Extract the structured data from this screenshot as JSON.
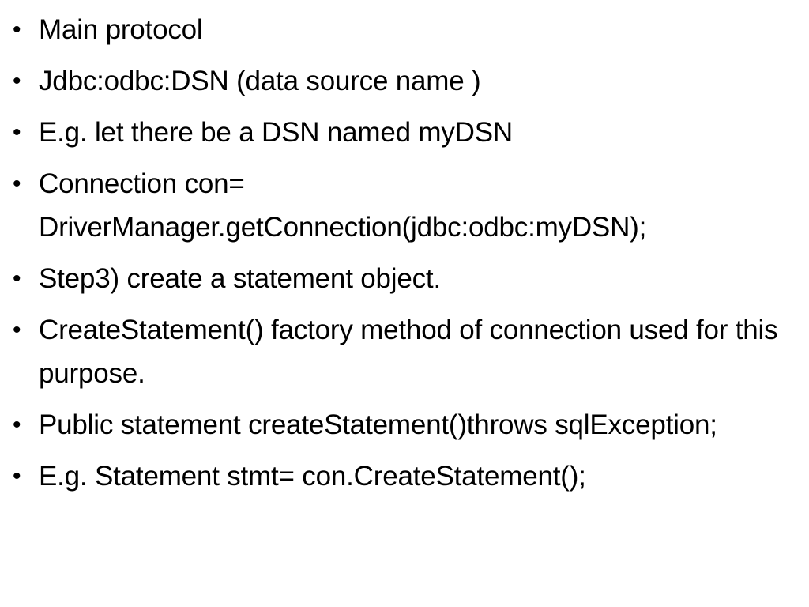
{
  "slide": {
    "bullet_symbol": "•",
    "bullets": [
      "Main protocol",
      "Jdbc:odbc:DSN (data source name )",
      "E.g. let there be a DSN named myDSN",
      "Connection con= DriverManager.getConnection(jdbc:odbc:myDSN);",
      "Step3) create a statement object.",
      "CreateStatement() factory method of connection used for this purpose.",
      "Public statement createStatement()throws sqlException;",
      "E.g. Statement stmt= con.CreateStatement();"
    ]
  }
}
